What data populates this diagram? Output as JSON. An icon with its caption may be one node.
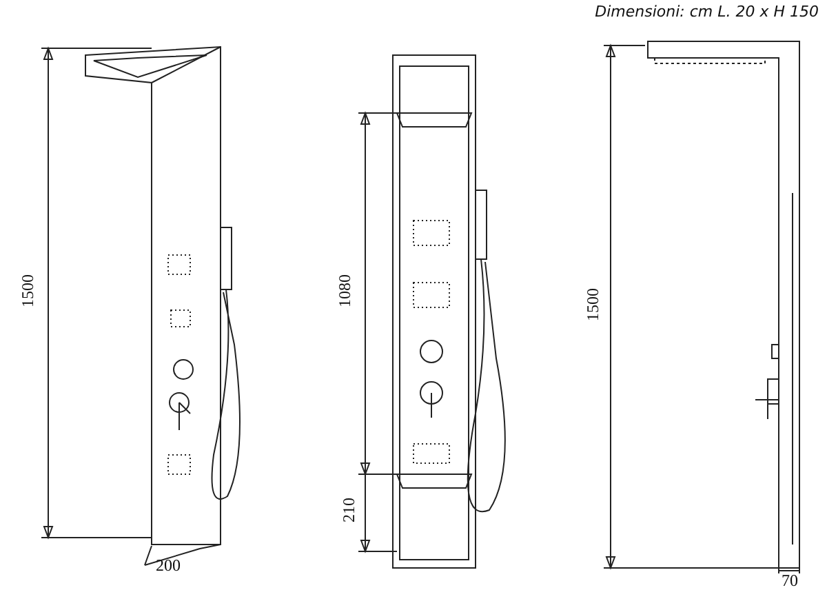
{
  "diagram": {
    "title": "Dimensioni: cm L. 20 x H 150",
    "labels": [
      "1500",
      "1080",
      "1500",
      "210",
      "200",
      "70"
    ]
  }
}
